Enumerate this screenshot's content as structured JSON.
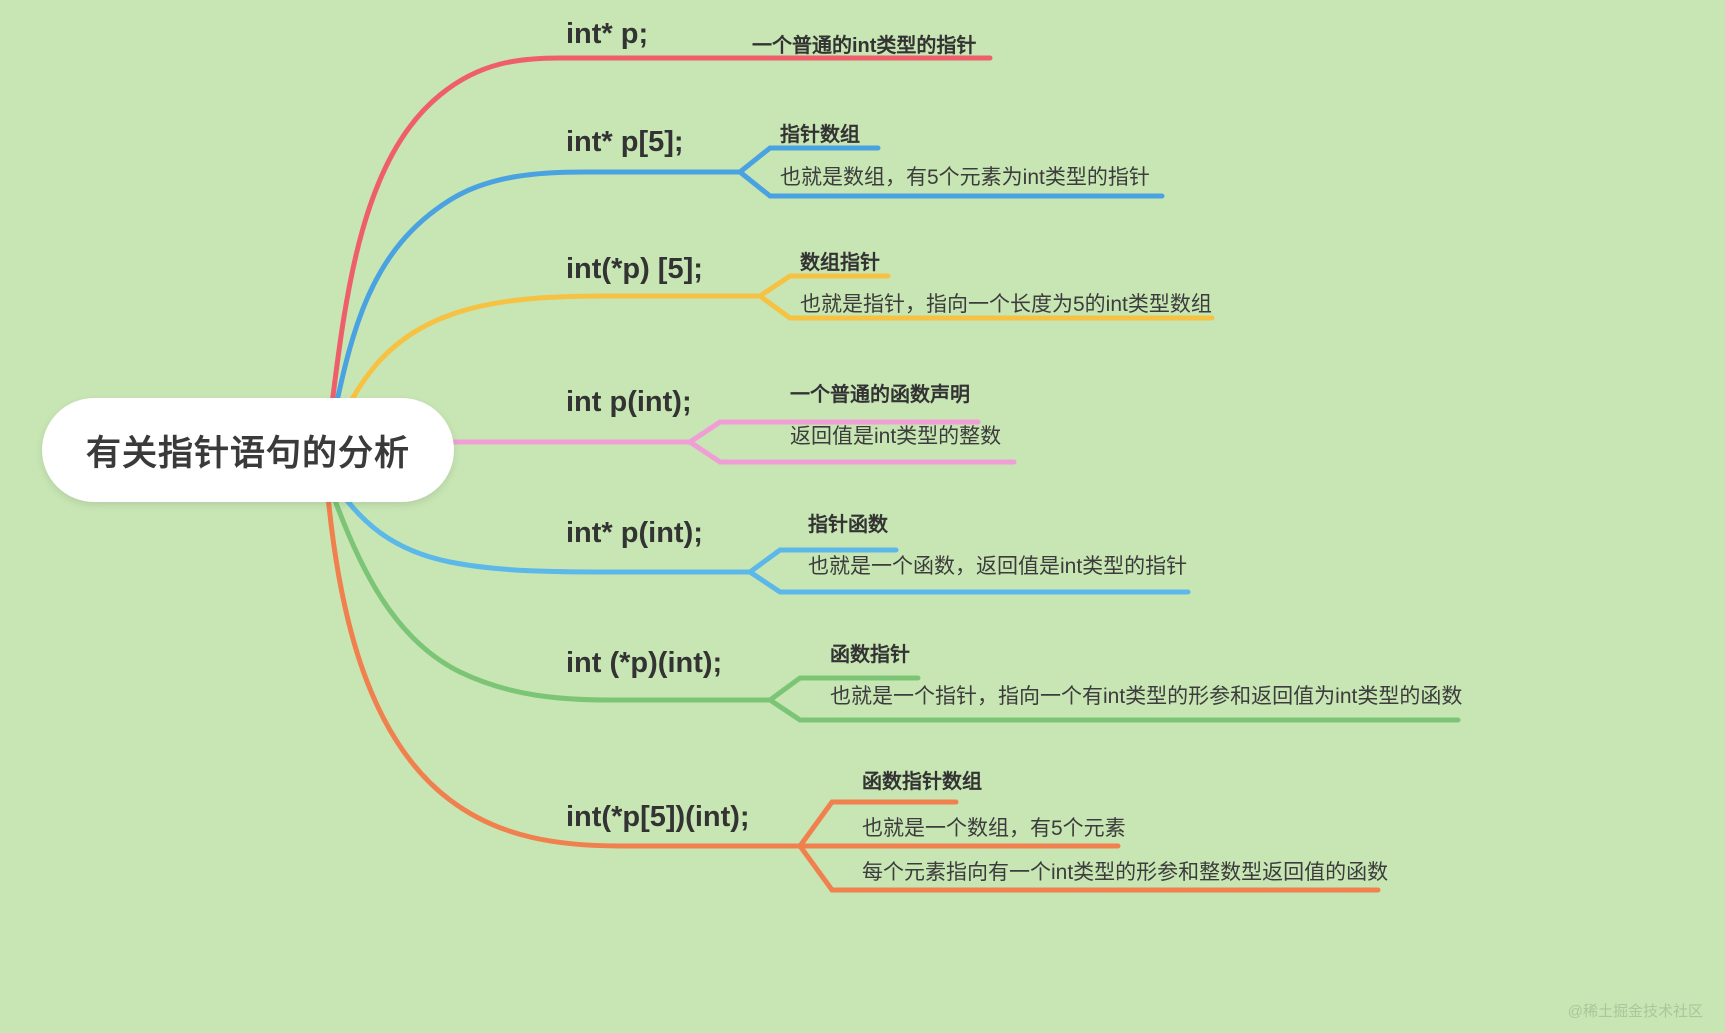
{
  "root": {
    "label": "有关指针语句的分析"
  },
  "watermark": "@稀土掘金技术社区",
  "colors": {
    "background": "#c8e6b4",
    "root_fill": "#ffffff",
    "text": "#333333",
    "branch_1": "#ef5f6b",
    "branch_2": "#4aa3e0",
    "branch_3": "#f6c244",
    "branch_4": "#ef9ed6",
    "branch_5": "#5bb8e8",
    "branch_6": "#7cc576",
    "branch_7": "#f0804e"
  },
  "branches": [
    {
      "id": "branch-1",
      "topic": "int* p;",
      "color": "#ef5f6b",
      "children": [
        {
          "text": "一个普通的int类型的指针",
          "style": "title"
        }
      ]
    },
    {
      "id": "branch-2",
      "topic": "int* p[5];",
      "color": "#4aa3e0",
      "children": [
        {
          "text": "指针数组",
          "style": "title"
        },
        {
          "text": "也就是数组，有5个元素为int类型的指针",
          "style": "desc"
        }
      ]
    },
    {
      "id": "branch-3",
      "topic": "int(*p) [5];",
      "color": "#f6c244",
      "children": [
        {
          "text": "数组指针",
          "style": "title"
        },
        {
          "text": "也就是指针，指向一个长度为5的int类型数组",
          "style": "desc"
        }
      ]
    },
    {
      "id": "branch-4",
      "topic": "int p(int);",
      "color": "#ef9ed6",
      "children": [
        {
          "text": "一个普通的函数声明",
          "style": "title"
        },
        {
          "text": "返回值是int类型的整数",
          "style": "desc"
        }
      ]
    },
    {
      "id": "branch-5",
      "topic": "int* p(int);",
      "color": "#5bb8e8",
      "children": [
        {
          "text": "指针函数",
          "style": "title"
        },
        {
          "text": "也就是一个函数，返回值是int类型的指针",
          "style": "desc"
        }
      ]
    },
    {
      "id": "branch-6",
      "topic": "int (*p)(int);",
      "color": "#7cc576",
      "children": [
        {
          "text": "函数指针",
          "style": "title"
        },
        {
          "text": "也就是一个指针，指向一个有int类型的形参和返回值为int类型的函数",
          "style": "desc"
        }
      ]
    },
    {
      "id": "branch-7",
      "topic": "int(*p[5])(int);",
      "color": "#f0804e",
      "children": [
        {
          "text": "函数指针数组",
          "style": "title"
        },
        {
          "text": "也就是一个数组，有5个元素",
          "style": "desc"
        },
        {
          "text": "每个元素指向有一个int类型的形参和整数型返回值的函数",
          "style": "desc"
        }
      ]
    }
  ]
}
